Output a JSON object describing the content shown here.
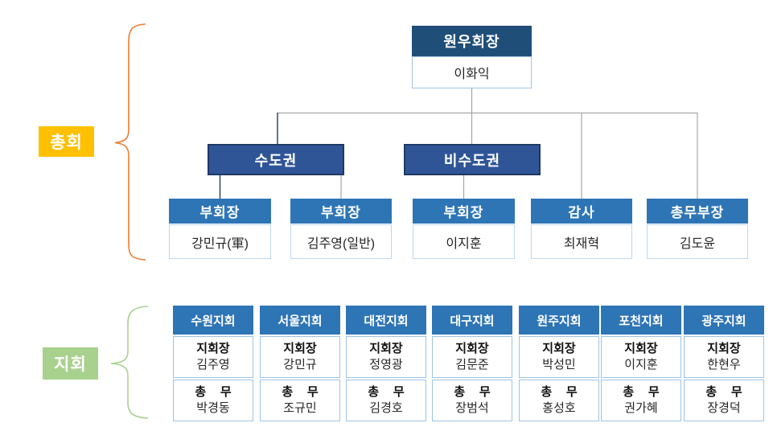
{
  "sections": {
    "assembly": {
      "label": "총회",
      "color": "#FFC000",
      "brace_color": "#ED7D31"
    },
    "branch": {
      "label": "지회",
      "color": "#A9D18E",
      "brace_color": "#A9D18E"
    }
  },
  "top": {
    "president": {
      "title": "원우회장",
      "name": "이화익"
    },
    "regions": [
      {
        "title": "수도권"
      },
      {
        "title": "비수도권"
      }
    ],
    "officers": [
      {
        "title": "부회장",
        "name": "강민규(軍)"
      },
      {
        "title": "부회장",
        "name": "김주영(일반)"
      },
      {
        "title": "부회장",
        "name": "이지훈"
      },
      {
        "title": "감사",
        "name": "최재혁"
      },
      {
        "title": "총무부장",
        "name": "김도윤"
      }
    ]
  },
  "branch_labels": {
    "leader": "지회장",
    "secretary": "총 무"
  },
  "branches": [
    {
      "name": "수원지회",
      "leader": "김주영",
      "secretary": "박경동"
    },
    {
      "name": "서울지회",
      "leader": "강민규",
      "secretary": "조규민"
    },
    {
      "name": "대전지회",
      "leader": "정영광",
      "secretary": "김경호"
    },
    {
      "name": "대구지회",
      "leader": "김문준",
      "secretary": "장범석"
    },
    {
      "name": "원주지회",
      "leader": "박성민",
      "secretary": "홍성호"
    },
    {
      "name": "포천지회",
      "leader": "이지훈",
      "secretary": "권가혜"
    },
    {
      "name": "광주지회",
      "leader": "한현우",
      "secretary": "장경덕"
    }
  ],
  "colors": {
    "president_header": "#1F4E79",
    "region_fill": "#2F5597",
    "region_border": "#1F3864",
    "blue_header": "#2E75B6",
    "cell_border_light_blue": "#9DC3E6",
    "cell_border_pale": "#BDD7EE",
    "connector_gray": "#A6A6A6",
    "connector_navy": "#1F3864",
    "label_yellow": "#FFC000",
    "label_green": "#A9D18E",
    "brace_orange": "#ED7D31"
  }
}
